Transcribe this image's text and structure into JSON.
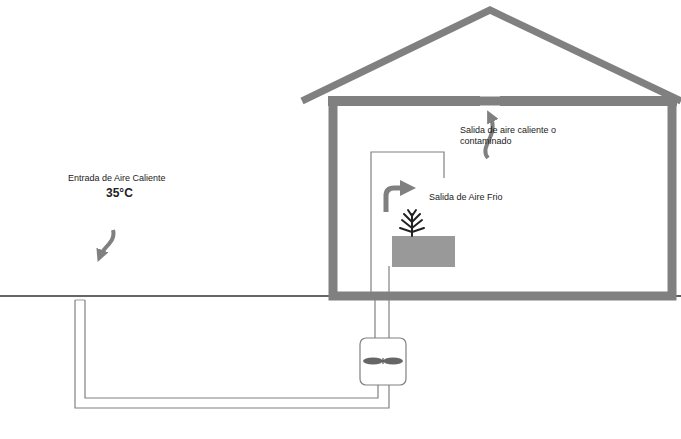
{
  "diagram": {
    "labels": [
      "Entrada de Aire Caliente",
      "35°C",
      "Salida de Aire Frio",
      "Salida de aire caliente o contaminado"
    ]
  }
}
